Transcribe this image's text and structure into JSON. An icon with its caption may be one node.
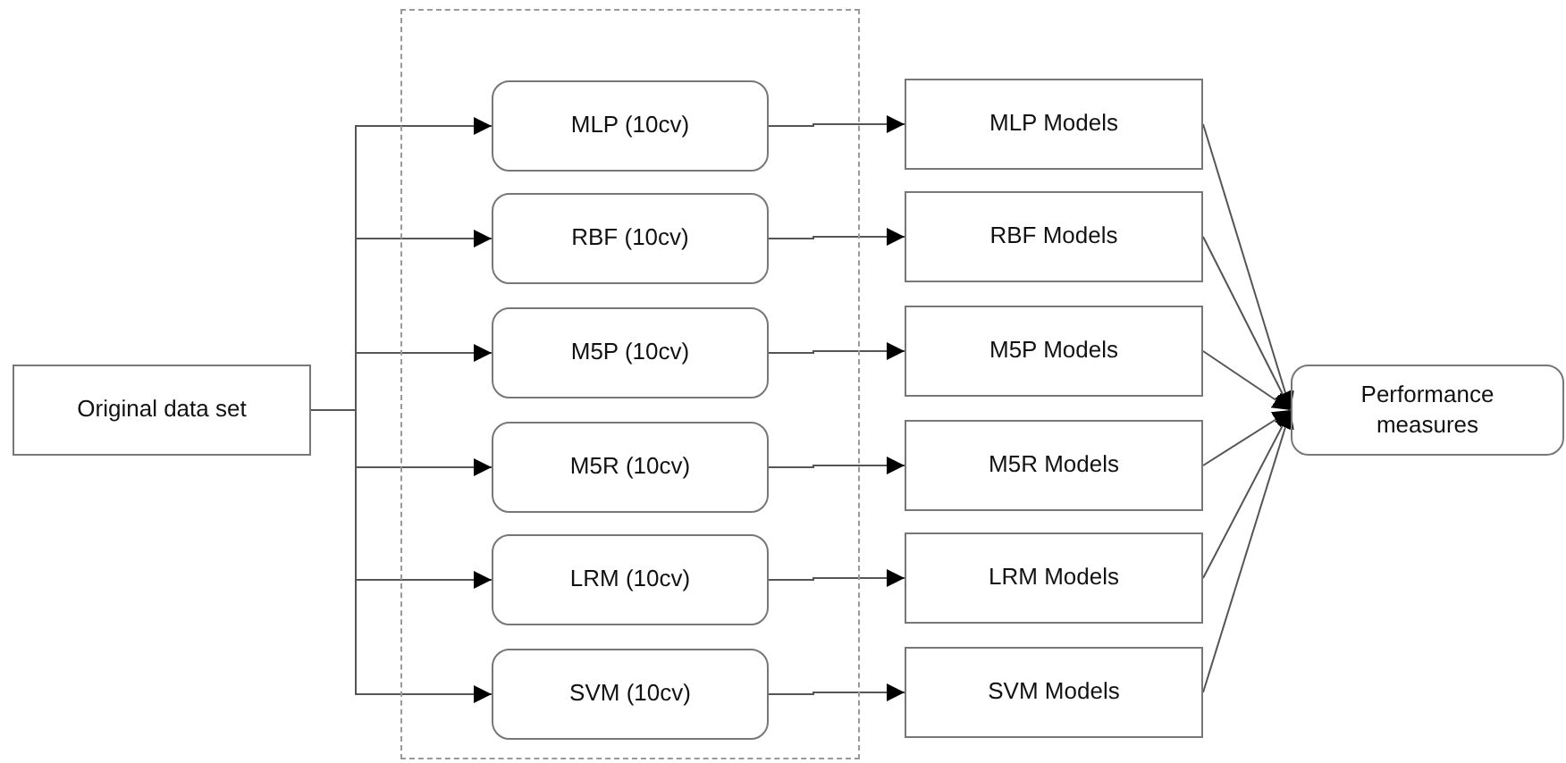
{
  "diagram": {
    "nodes": [
      {
        "text": [
          "Original data set"
        ]
      },
      {
        "text": [],
        "shape": "box"
      },
      {
        "text": [
          "MLP (10cv)"
        ],
        "in": 1
      },
      {
        "text": [
          "RBF (10cv)"
        ],
        "in": 1
      },
      {
        "text": [
          "M5P (10cv)"
        ],
        "in": 1
      },
      {
        "text": [
          "M5R (10cv)"
        ],
        "in": 1
      },
      {
        "text": [
          "LRM (10cv)"
        ],
        "in": 1
      },
      {
        "text": [
          "SVM (10cv)"
        ],
        "in": 1
      },
      {
        "text": [
          "MLP Models"
        ]
      },
      {
        "text": [
          "RBF Models"
        ]
      },
      {
        "text": [
          "M5P Models"
        ]
      },
      {
        "text": [
          "M5R Models"
        ]
      },
      {
        "text": [
          "LRM Models"
        ]
      },
      {
        "text": [
          "SVM Models"
        ]
      },
      {
        "text": [
          "Performance measures"
        ]
      }
    ],
    "edges": [
      {
        "from": 0,
        "to": 2,
        "arrow": "to"
      },
      {
        "from": 0,
        "to": 3,
        "arrow": "to"
      },
      {
        "from": 0,
        "to": 4,
        "arrow": "to"
      },
      {
        "from": 0,
        "to": 5,
        "arrow": "to"
      },
      {
        "from": 0,
        "to": 6,
        "arrow": "to"
      },
      {
        "from": 0,
        "to": 7,
        "arrow": "to"
      },
      {
        "from": 2,
        "to": 8,
        "arrow": "to"
      },
      {
        "from": 3,
        "to": 9,
        "arrow": "to"
      },
      {
        "from": 4,
        "to": 10,
        "arrow": "to"
      },
      {
        "from": 5,
        "to": 11,
        "arrow": "to"
      },
      {
        "from": 6,
        "to": 12,
        "arrow": "to"
      },
      {
        "from": 7,
        "to": 13,
        "arrow": "to"
      },
      {
        "from": 8,
        "to": 14,
        "arrow": "to"
      },
      {
        "from": 9,
        "to": 14,
        "arrow": "to"
      },
      {
        "from": 10,
        "to": 14,
        "arrow": "to"
      },
      {
        "from": 11,
        "to": 14,
        "arrow": "to"
      },
      {
        "from": 12,
        "to": 14,
        "arrow": "to"
      },
      {
        "from": 13,
        "to": 14,
        "arrow": "to"
      }
    ]
  }
}
